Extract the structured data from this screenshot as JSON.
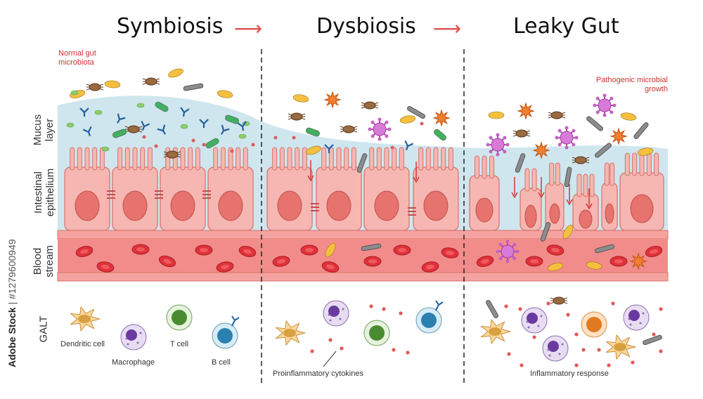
{
  "headings": {
    "symbiosis": "Symbiosis",
    "dysbiosis": "Dysbiosis",
    "leaky_gut": "Leaky Gut"
  },
  "notes": {
    "normal_microbiota": [
      "Normal gut",
      "microbiota"
    ],
    "pathogenic_growth": [
      "Pathogenic microbial",
      "growth"
    ]
  },
  "side_labels": {
    "mucus": [
      "Mucus",
      "layer"
    ],
    "epithelium": [
      "Intestinal",
      "epithelium"
    ],
    "blood": [
      "Blood",
      "stream"
    ],
    "galt": "GALT"
  },
  "cell_labels": {
    "dendritic": "Dendritic cell",
    "macrophage": "Macrophage",
    "t_cell": "T cell",
    "b_cell": "B cell",
    "cytokines": "Proinflammatory cytokines",
    "inflammatory": "Inflammatory response"
  },
  "watermark": {
    "brand": "Adobe Stock",
    "id": "#1279600949"
  },
  "colors": {
    "mucus": "#cfe6ee",
    "cell_fill": "#f6b7b2",
    "cell_stroke": "#d8706c",
    "nucleus": "#e6736e",
    "blood_vessel": "#f28c8a",
    "rbc": "#e0323a",
    "arrow": "#e05050"
  }
}
